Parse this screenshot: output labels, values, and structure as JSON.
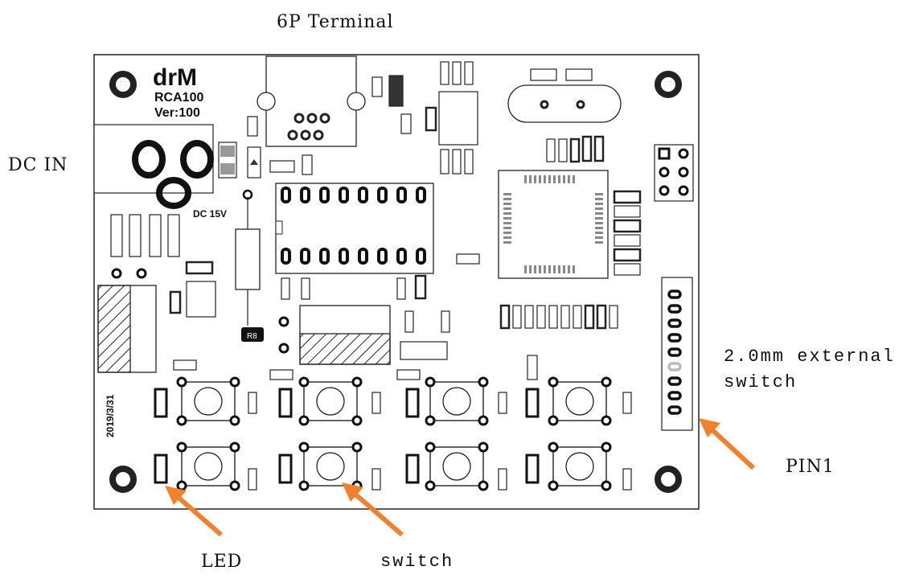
{
  "labels": {
    "terminal": "6P Terminal",
    "dc_in": "DC IN",
    "external_switch": "2.0mm external\nswitch",
    "pin1": "PIN1",
    "led": "LED",
    "switch": "switch"
  },
  "board": {
    "brand": "drM",
    "model": "RCA100",
    "version": "Ver:100",
    "power": "DC 15V",
    "resistor": "R8",
    "date": "2019/3/31"
  },
  "colors": {
    "arrow": "#f0812f",
    "ink": "#111111",
    "pad": "#9a9a9a",
    "hatch": "#333333"
  }
}
